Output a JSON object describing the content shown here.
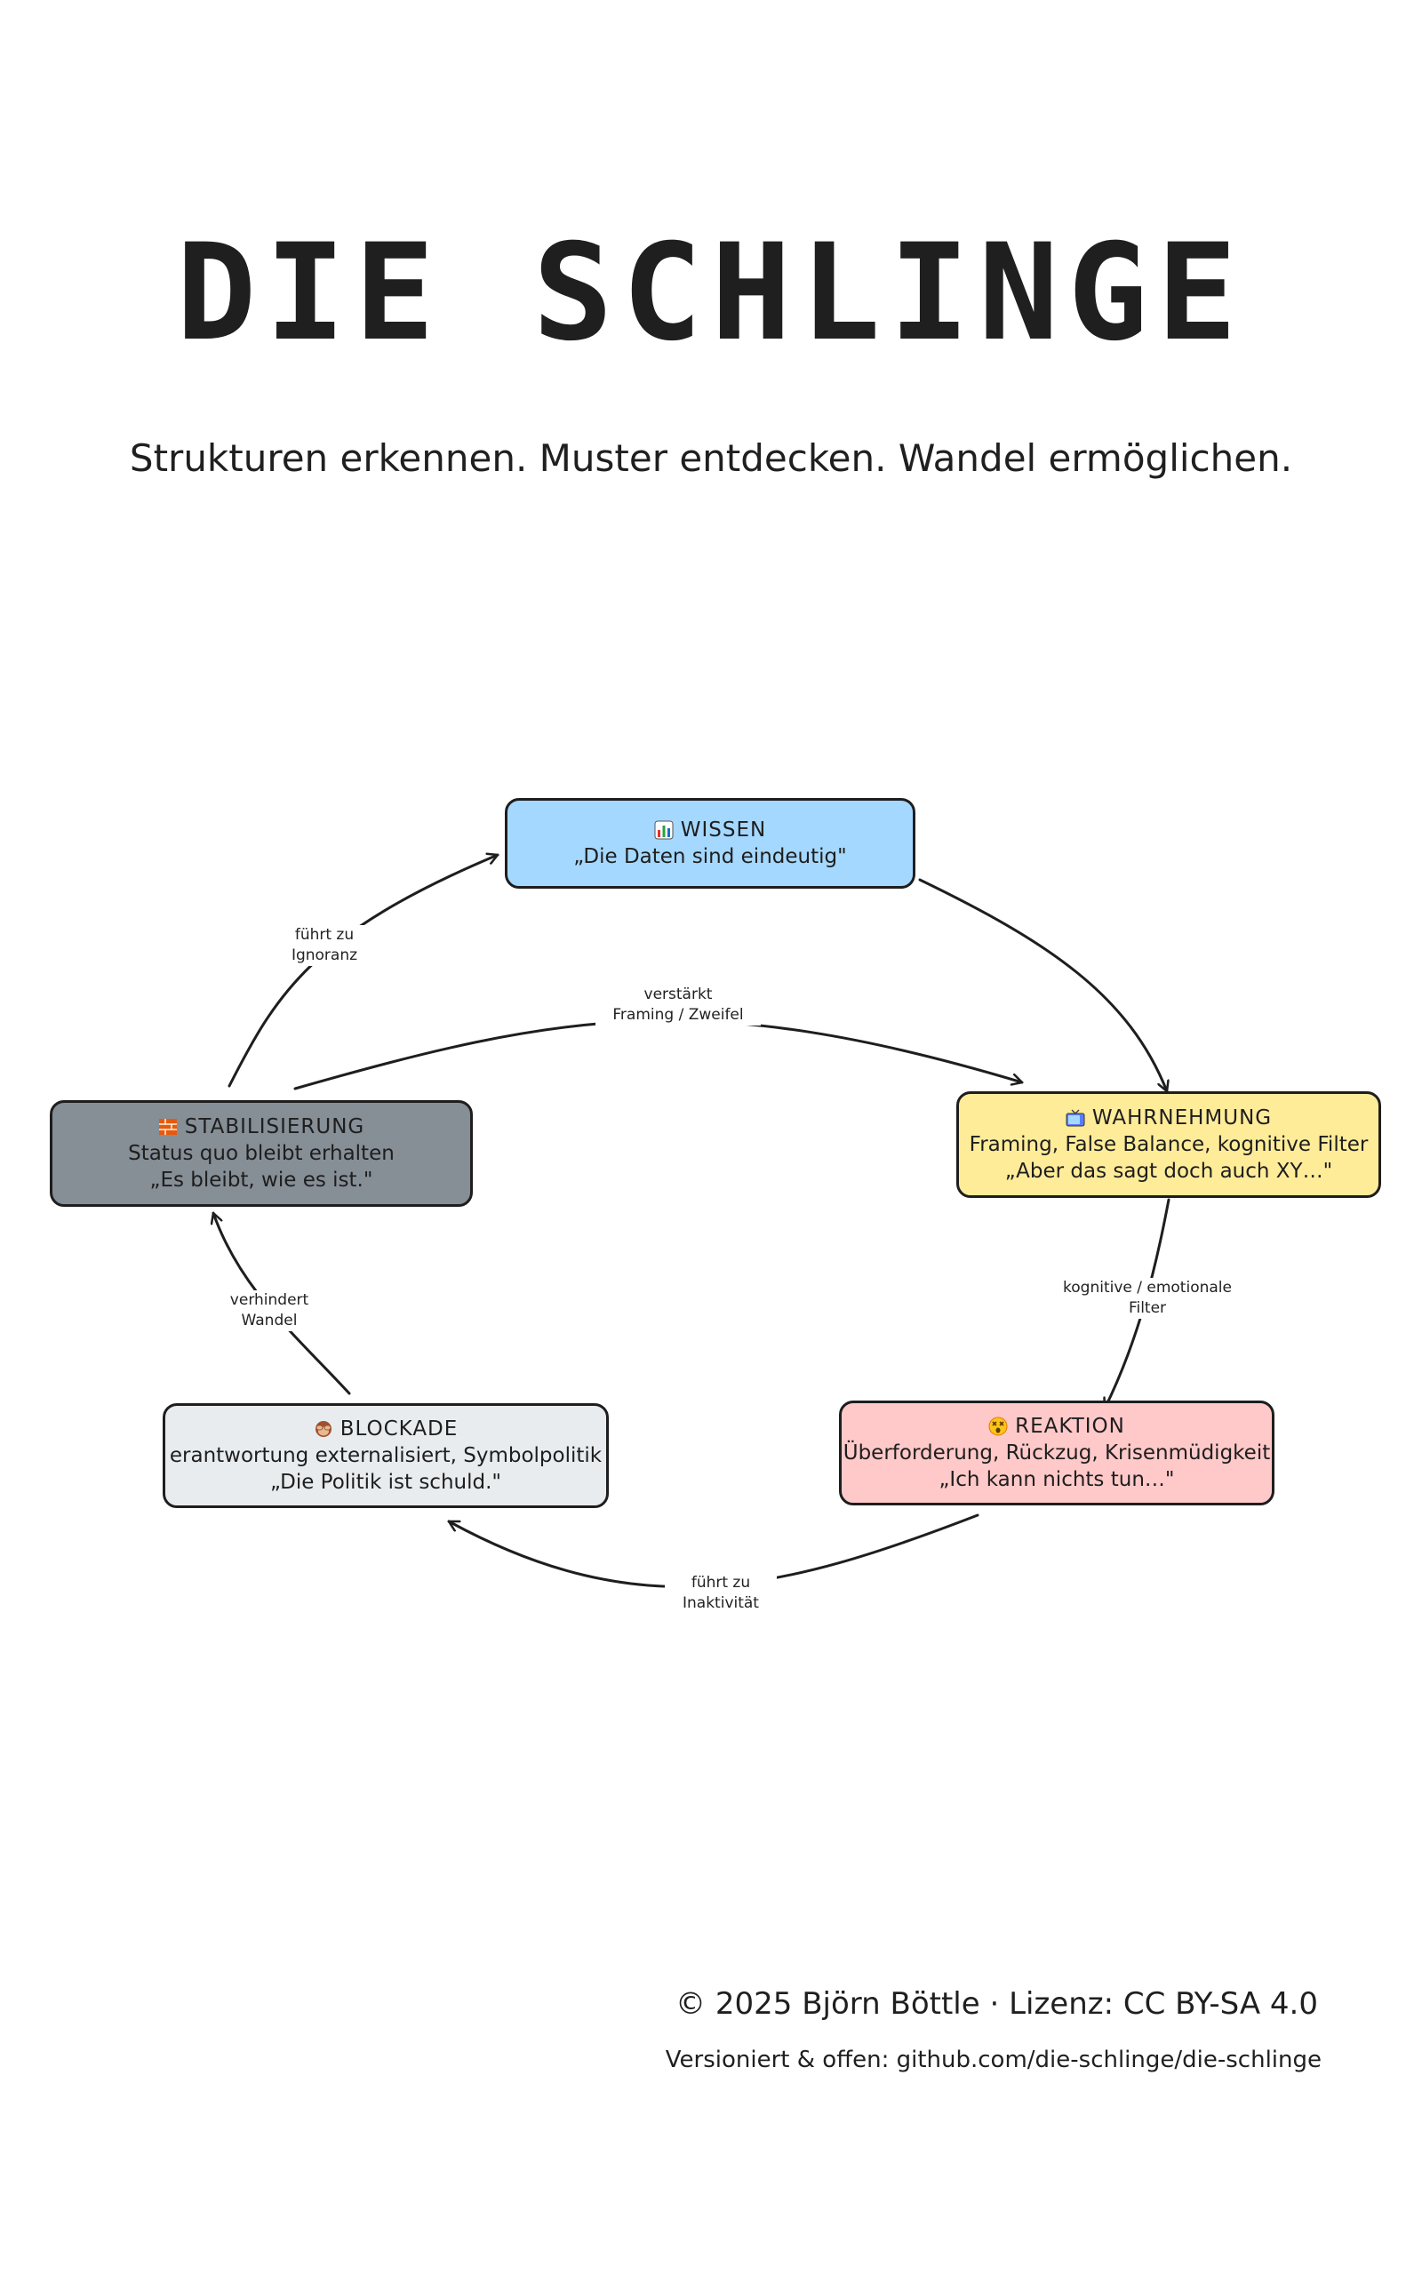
{
  "title": "DIE SCHLINGE",
  "subtitle": "Strukturen erkennen. Muster entdecken. Wandel ermöglichen.",
  "nodes": {
    "wissen": {
      "heading": "WISSEN",
      "lines": [
        "„Die Daten sind eindeutig\""
      ],
      "color": "#a5d8ff",
      "icon": "bar-chart-icon"
    },
    "wahrnehmung": {
      "heading": "WAHRNEHMUNG",
      "lines": [
        "Framing, False Balance, kognitive Filter",
        "„Aber das sagt doch auch XY…\""
      ],
      "color": "#ffec99",
      "icon": "tv-icon"
    },
    "reaktion": {
      "heading": "REAKTION",
      "lines": [
        "Überforderung, Rückzug, Krisenmüdigkeit",
        "„Ich kann nichts tun…\""
      ],
      "color": "#ffc9c9",
      "icon": "dizzy-face-icon"
    },
    "blockade": {
      "heading": "BLOCKADE",
      "lines": [
        "erantwortung externalisiert, Symbolpolitik",
        "„Die Politik ist schuld.\""
      ],
      "color": "#e9ecef",
      "icon": "see-no-evil-monkey-icon"
    },
    "stabilisierung": {
      "heading": "STABILISIERUNG",
      "lines": [
        "Status quo bleibt erhalten",
        "„Es bleibt, wie es ist.\""
      ],
      "color": "#868e96",
      "icon": "brick-icon"
    }
  },
  "edges": {
    "stabilisierung_wissen": [
      "führt zu",
      "Ignoranz"
    ],
    "stabilisierung_wahrnehmung": [
      "verstärkt",
      "Framing / Zweifel"
    ],
    "wahrnehmung_reaktion": [
      "kognitive / emotionale",
      "Filter"
    ],
    "reaktion_blockade": [
      "führt zu",
      "Inaktivität"
    ],
    "blockade_stabilisierung": [
      "verhindert",
      "Wandel"
    ]
  },
  "footer": {
    "copyright": "© 2025 Björn Böttle · Lizenz: CC BY-SA 4.0",
    "repo": "Versioniert & offen: github.com/die-schlinge/die-schlinge"
  }
}
